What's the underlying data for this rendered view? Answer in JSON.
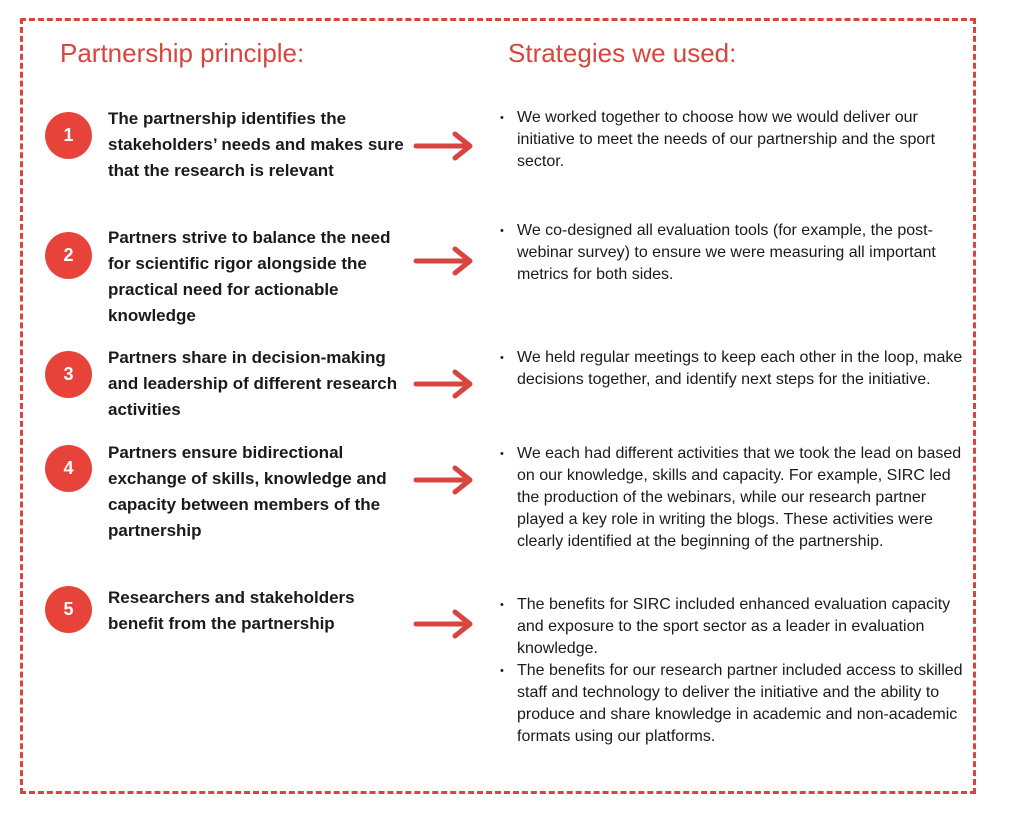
{
  "headers": {
    "left": "Partnership principle:",
    "right": "Strategies we used:"
  },
  "accent_color": "#e8433b",
  "rows": [
    {
      "number": "1",
      "principle": "The partnership identifies the stakeholders’ needs and makes sure that the research is relevant",
      "strategies": [
        "We worked together to choose how we would deliver our initiative to meet the needs of our partnership and the sport sector."
      ]
    },
    {
      "number": "2",
      "principle": "Partners strive to balance the need for scientific rigor alongside the practical need for actionable knowledge",
      "strategies": [
        "We co-designed all evaluation tools (for example, the post-webinar survey) to ensure we were measuring all important metrics for both sides."
      ]
    },
    {
      "number": "3",
      "principle": "Partners share in decision-making and leadership of different research activities",
      "strategies": [
        "We held regular meetings to keep each other in the loop, make decisions together, and identify next steps for the initiative."
      ]
    },
    {
      "number": "4",
      "principle": "Partners ensure bidirectional exchange of skills, knowledge and capacity between members of the partnership",
      "strategies": [
        "We each had different activities that we took the lead on based on our knowledge, skills and capacity. For example, SIRC led the production of the webinars, while our research partner played a key role in writing the blogs. These activities were clearly identified at the beginning of the partnership."
      ]
    },
    {
      "number": "5",
      "principle": "Researchers and stakeholders benefit from the partnership",
      "strategies": [
        "The benefits for SIRC included enhanced evaluation capacity and exposure to the sport sector as a leader in evaluation knowledge.",
        "The benefits for our research partner included access to skilled staff and technology to deliver the initiative and the ability to produce and share knowledge in academic and non-academic formats using our platforms."
      ]
    }
  ]
}
